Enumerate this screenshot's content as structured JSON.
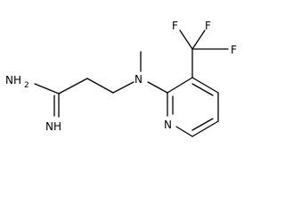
{
  "structure": {
    "atom_labels": {
      "amine": "NH",
      "amine_subscript": "2",
      "imine": "NH",
      "tertiary_n": "N",
      "ring_n": "N",
      "f_top_left": "F",
      "f_top_right": "F",
      "f_right": "F"
    },
    "colors": {
      "ink": "#000000",
      "background": "#ffffff"
    }
  }
}
